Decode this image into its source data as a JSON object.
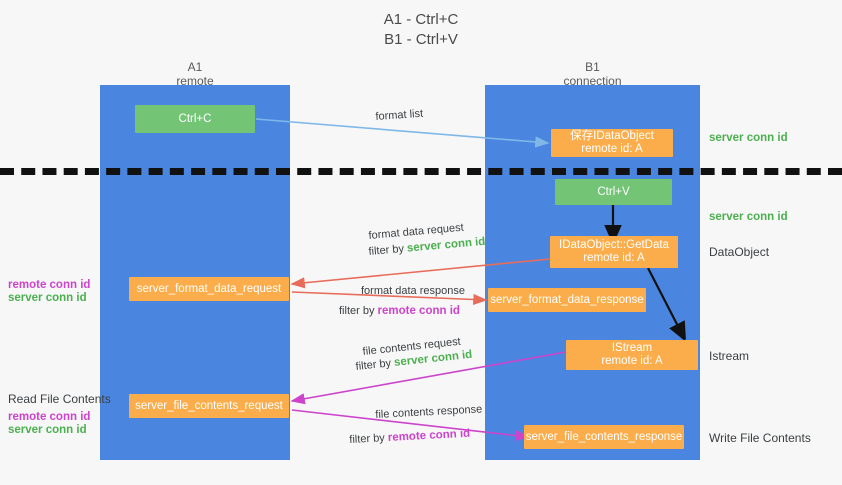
{
  "title": "A1 - Ctrl+C\nB1 - Ctrl+V",
  "columns": {
    "left": "A1\nremote",
    "right": "B1\nconnection"
  },
  "colors": {
    "lane": "#4a86e0",
    "box_green": "#74c476",
    "box_orange": "#fbad4b",
    "server_conn": "#4caf50",
    "remote_conn": "#cc44cc",
    "arrow_light_blue": "#7fb8e8",
    "arrow_red": "#e86c5a",
    "arrow_magenta": "#cc44cc",
    "arrow_black": "#111111",
    "background": "#f7f7f7"
  },
  "boxes": {
    "ctrl_c": "Ctrl+C",
    "data_object_store": "保存IDataObject\nremote id: A",
    "ctrl_v": "Ctrl+V",
    "get_data": "IDataObject::GetData\nremote id: A",
    "format_data_request": "server_format_data_request",
    "format_data_response": "server_format_data_response",
    "istream": "IStream\nremote id: A",
    "file_contents_request": "server_file_contents_request",
    "file_contents_response": "server_file_contents_response"
  },
  "edge_labels": {
    "format_list": "format list",
    "format_data_request": "format data request",
    "format_data_request_filter_prefix": "filter by ",
    "format_data_request_filter_value": "server conn id",
    "format_data_response": "format data response",
    "format_data_response_filter_prefix": "filter by ",
    "format_data_response_filter_value": "remote conn id",
    "file_contents_request": "file contents request",
    "file_contents_request_filter_prefix": "filter by ",
    "file_contents_request_filter_value": "server conn id",
    "file_contents_response": "file contents response",
    "file_contents_response_filter_prefix": "filter by ",
    "file_contents_response_filter_value": "remote conn id"
  },
  "right_labels": {
    "server_conn_top": "server conn id",
    "server_conn_mid": "server conn id",
    "data_object": "DataObject",
    "istream": "Istream",
    "write_file_contents": "Write File Contents"
  },
  "left_labels": {
    "remote_conn_mid": "remote conn id",
    "server_conn_mid": "server conn id",
    "read_file_contents": "Read File Contents",
    "remote_conn_low": "remote conn id",
    "server_conn_low": "server conn id"
  }
}
